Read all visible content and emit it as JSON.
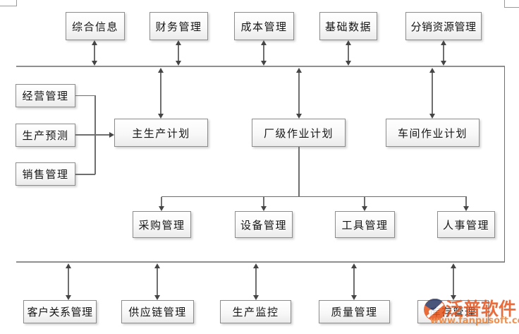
{
  "diagram": {
    "top_row": [
      {
        "id": "general-info",
        "label": "综合信息"
      },
      {
        "id": "finance",
        "label": "财务管理"
      },
      {
        "id": "cost",
        "label": "成本管理"
      },
      {
        "id": "base-data",
        "label": "基础数据"
      },
      {
        "id": "distribution",
        "label": "分销资源管理"
      }
    ],
    "left_column": [
      {
        "id": "business",
        "label": "经营管理"
      },
      {
        "id": "forecast",
        "label": "生产预测"
      },
      {
        "id": "sales",
        "label": "销售管理"
      }
    ],
    "plan_row": [
      {
        "id": "master-plan",
        "label": "主生产计划"
      },
      {
        "id": "plant-plan",
        "label": "厂级作业计划"
      },
      {
        "id": "workshop-plan",
        "label": "车间作业计划"
      }
    ],
    "operations_row": [
      {
        "id": "procurement",
        "label": "采购管理"
      },
      {
        "id": "equipment",
        "label": "设备管理"
      },
      {
        "id": "tools",
        "label": "工具管理"
      },
      {
        "id": "hr",
        "label": "人事管理"
      }
    ],
    "bottom_row": [
      {
        "id": "crm",
        "label": "客户关系管理"
      },
      {
        "id": "scm",
        "label": "供应链管理"
      },
      {
        "id": "monitor",
        "label": "生产监控"
      },
      {
        "id": "quality",
        "label": "质量管理"
      },
      {
        "id": "inventory",
        "label": "库存管理"
      }
    ],
    "edges": [
      {
        "from": "top-bus",
        "to": "general-info",
        "style": "double-arrow"
      },
      {
        "from": "top-bus",
        "to": "finance",
        "style": "double-arrow"
      },
      {
        "from": "top-bus",
        "to": "cost",
        "style": "double-arrow"
      },
      {
        "from": "top-bus",
        "to": "base-data",
        "style": "double-arrow"
      },
      {
        "from": "top-bus",
        "to": "distribution",
        "style": "double-arrow"
      },
      {
        "from": "top-bus",
        "to": "master-plan",
        "style": "double-arrow"
      },
      {
        "from": "top-bus",
        "to": "plant-plan",
        "style": "double-arrow"
      },
      {
        "from": "top-bus",
        "to": "workshop-plan",
        "style": "double-arrow"
      },
      {
        "from": "top-bus",
        "to": "bottom-bus",
        "style": "line"
      },
      {
        "from": "business",
        "to": "master-plan",
        "style": "elbow-line"
      },
      {
        "from": "forecast",
        "to": "master-plan",
        "style": "arrow"
      },
      {
        "from": "sales",
        "to": "master-plan",
        "style": "elbow-line"
      },
      {
        "from": "plant-plan",
        "to": "procurement",
        "style": "arrow"
      },
      {
        "from": "plant-plan",
        "to": "equipment",
        "style": "arrow"
      },
      {
        "from": "plant-plan",
        "to": "tools",
        "style": "arrow"
      },
      {
        "from": "plant-plan",
        "to": "hr",
        "style": "arrow"
      },
      {
        "from": "bottom-bus",
        "to": "crm",
        "style": "double-arrow"
      },
      {
        "from": "bottom-bus",
        "to": "scm",
        "style": "double-arrow"
      },
      {
        "from": "bottom-bus",
        "to": "monitor",
        "style": "double-arrow"
      },
      {
        "from": "bottom-bus",
        "to": "quality",
        "style": "double-arrow"
      },
      {
        "from": "bottom-bus",
        "to": "inventory",
        "style": "double-arrow"
      }
    ]
  },
  "watermark": {
    "brand": "泛普软件",
    "url": "www.fanpusoft.com",
    "brand_color": "#e7541d",
    "url_color": "#ec8035",
    "logo_icon": "fanpu-logo-icon"
  },
  "colors": {
    "box_border": "#8c8c8c",
    "box_fill_top": "#ffffff",
    "box_fill_bottom": "#ebebeb",
    "bus_line": "#8f8f8f",
    "connector_line": "#6e6e6e",
    "arrowhead": "#454545",
    "text": "#141414"
  }
}
